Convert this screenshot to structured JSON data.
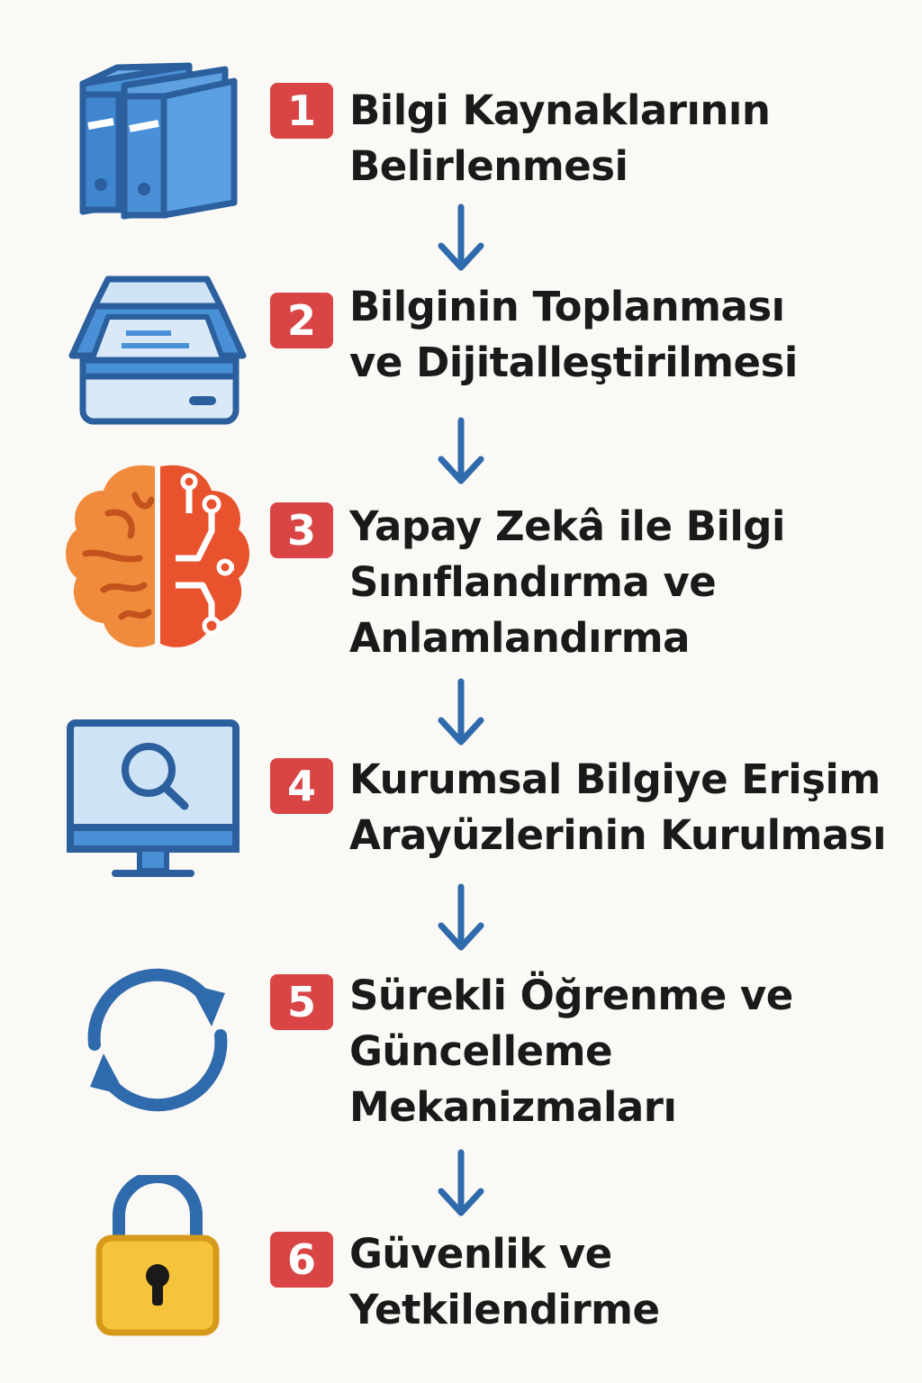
{
  "accent_color": "#2f6aac",
  "badge_color": "#d94545",
  "steps": [
    {
      "number": "1",
      "lines": [
        "Bilgi Kaynaklarının",
        "Belirlenmesi"
      ],
      "icon": "binders-icon"
    },
    {
      "number": "2",
      "lines": [
        "Bilginin Toplanması",
        "ve Dijitalleştirilmesi"
      ],
      "icon": "scanner-icon"
    },
    {
      "number": "3",
      "lines": [
        "Yapay Zekâ ile Bilgi",
        "Sınıflandırma ve",
        "Anlamlandırma"
      ],
      "icon": "ai-brain-icon"
    },
    {
      "number": "4",
      "lines": [
        "Kurumsal Bilgiye Erişim",
        "Arayüzlerinin Kurulması"
      ],
      "icon": "monitor-search-icon"
    },
    {
      "number": "5",
      "lines": [
        "Sürekli Öğrenme ve",
        "Güncelleme",
        "Mekanizmaları"
      ],
      "icon": "refresh-cycle-icon"
    },
    {
      "number": "6",
      "lines": [
        "Güvenlik ve",
        "Yetkilendirme"
      ],
      "icon": "padlock-icon"
    }
  ]
}
